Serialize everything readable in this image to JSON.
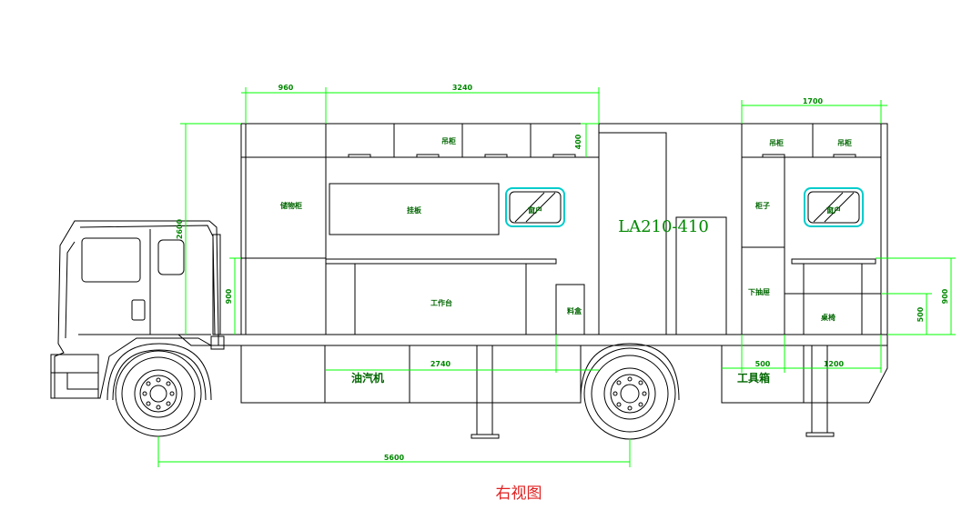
{
  "title": "右视图",
  "model": "LA210-410",
  "dimensions": {
    "d960": "960",
    "d3240": "3240",
    "d1700": "1700",
    "d400": "400",
    "d2600": "2600",
    "d900_left": "900",
    "d900_right": "900",
    "d500_vert": "500",
    "d2740": "2740",
    "d500_horz": "500",
    "d1200": "1200",
    "d5600": "5600"
  },
  "labels": {
    "cabinet_left": "储物柜",
    "board": "挂板",
    "hanging_cabinet_1": "吊柜",
    "hanging_cabinet_2": "吊柜",
    "hanging_cabinet_3": "吊柜",
    "window_1": "窗户",
    "window_2": "窗户",
    "workbench": "工作台",
    "material_box": "料盒",
    "shelf": "柜子",
    "lower_drawer": "下抽屉",
    "table_right": "桌椅",
    "generator": "油汽机",
    "toolbox": "工具箱"
  }
}
